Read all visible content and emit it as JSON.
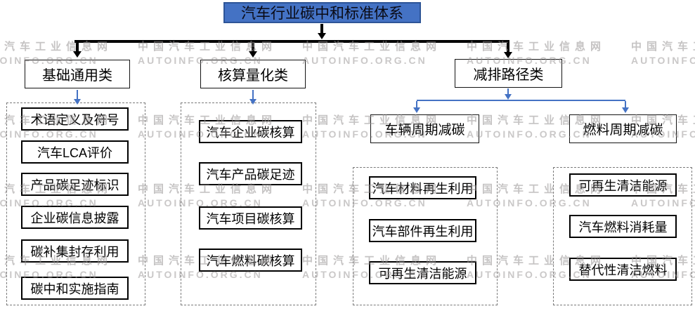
{
  "title": "汽车行业碳中和标准体系",
  "watermark": {
    "cn": "中国汽车工业信息网",
    "en": "AUTOINFO.ORG.CN"
  },
  "categories": {
    "basic": {
      "label": "基础通用类",
      "items": [
        "术语定义及符号",
        "汽车LCA评价",
        "产品碳足迹标识",
        "企业碳信息披露",
        "碳补集封存利用",
        "碳中和实施指南"
      ]
    },
    "accounting": {
      "label": "核算量化类",
      "items": [
        "汽车企业碳核算",
        "汽车产品碳足迹",
        "汽车项目碳核算",
        "汽车燃料碳核算"
      ]
    },
    "reduction": {
      "label": "减排路径类",
      "sub": {
        "vehicle": {
          "label": "车辆周期减碳",
          "items": [
            "汽车材料再生利用",
            "汽车部件再生利用",
            "可再生清洁能源"
          ]
        },
        "fuel": {
          "label": "燃料周期减碳",
          "items": [
            "可再生清洁能源",
            "汽车燃料消耗量",
            "替代性清洁燃料"
          ]
        }
      }
    }
  },
  "colors": {
    "root_fill": "#4472c4",
    "root_border": "#2e5597",
    "black_connector": "#000000",
    "blue_connector": "#4472c4",
    "watermark_gray": "#969292"
  }
}
